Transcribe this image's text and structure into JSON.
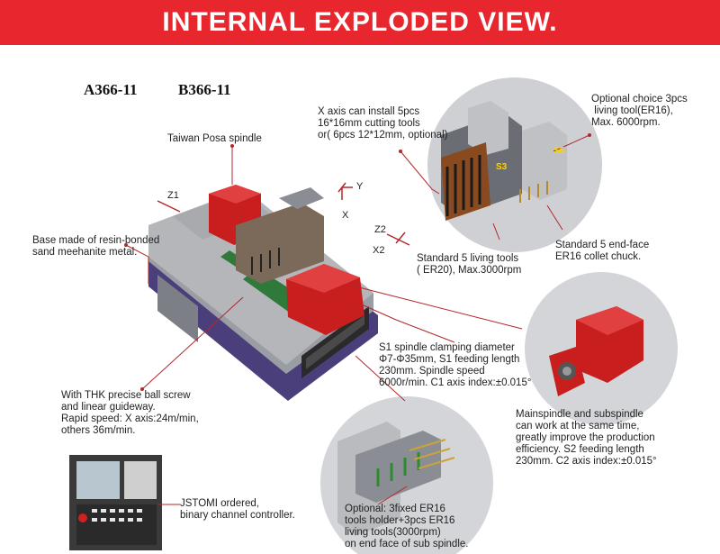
{
  "header": {
    "title": "INTERNAL EXPLODED VIEW."
  },
  "models": [
    "A366-11",
    "B366-11"
  ],
  "labels": {
    "spindle": "Taiwan Posa spindle",
    "x_axis_tools": "X axis can install 5pcs\n16*16mm cutting tools\nor( 6pcs 12*12mm, optional)",
    "optional_tool": "Optional choice 3pcs\n living tool(ER16),\nMax. 6000rpm.",
    "base": "Base made of resin-bonded\nsand meehanite metal.",
    "living_tools": "Standard 5 living tools\n( ER20), Max.3000rpm",
    "end_face": "Standard 5 end-face\nER16 collet chuck.",
    "s1_spindle": "S1 spindle clamping diameter\nΦ7-Φ35mm, S1 feeding length\n230mm. Spindle speed\n6000r/min. C1 axis index:±0.015°",
    "ball_screw": "With THK precise ball screw\nand linear guideway.\nRapid speed: X axis:24m/min,\nothers 36m/min.",
    "mainspindle": "Mainspindle and subspindle\ncan work at the same time,\ngreatly improve the production\nefficiency. S2 feeding length\n230mm. C2 axis index:±0.015°",
    "controller": "JSTOMI ordered,\nbinary channel controller.",
    "optional_holder": "Optional: 3fixed ER16\ntools holder+3pcs ER16\nliving tools(3000rpm)\non end face of sub spindle."
  },
  "axes": {
    "z1": "Z1",
    "y": "Y",
    "x": "X",
    "z2": "Z2",
    "x2": "X2"
  },
  "stickers": {
    "s5": "S5",
    "s3": "S3"
  },
  "colors": {
    "banner": "#e8262e",
    "accent": "#c81e1e",
    "machine_grey": "#9a9da3",
    "base_purple": "#4a3f7a",
    "leader": "#b2282b"
  }
}
